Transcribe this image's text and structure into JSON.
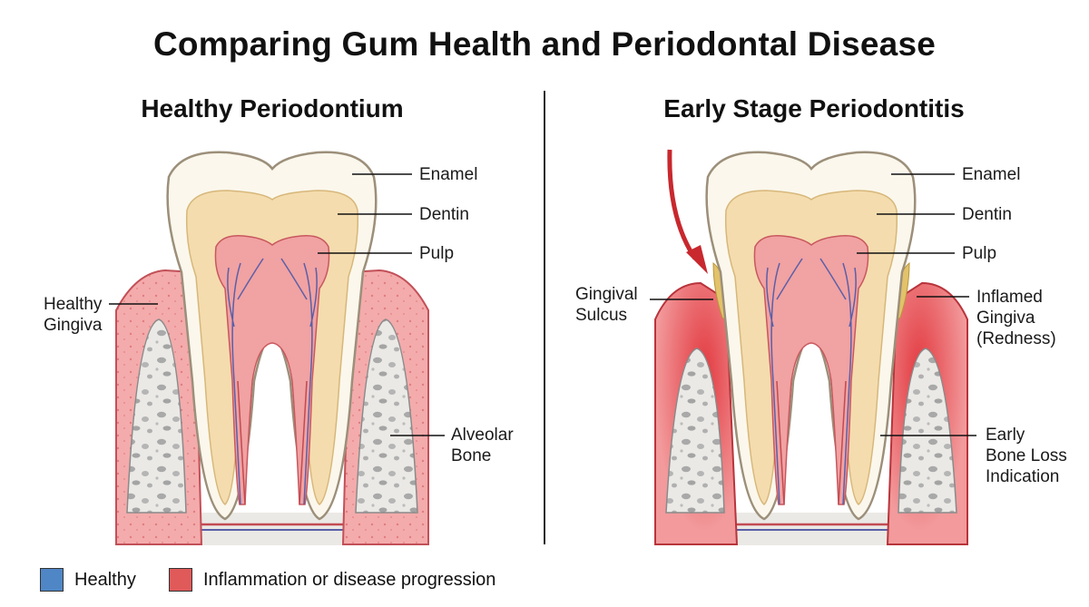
{
  "title": "Comparing Gum Health and Periodontal Disease",
  "left_panel": {
    "title": "Healthy Periodontium",
    "labels": {
      "enamel": "Enamel",
      "dentin": "Dentin",
      "pulp": "Pulp",
      "gingiva_line1": "Healthy",
      "gingiva_line2": "Gingiva",
      "bone_line1": "Alveolar",
      "bone_line2": "Bone"
    }
  },
  "right_panel": {
    "title": "Early Stage Periodontitis",
    "labels": {
      "enamel": "Enamel",
      "dentin": "Dentin",
      "pulp": "Pulp",
      "sulcus_line1": "Gingival",
      "sulcus_line2": "Sulcus",
      "inflamed_line1": "Inflamed",
      "inflamed_line2": "Gingiva",
      "inflamed_line3": "(Redness)",
      "boneloss_line1": "Early",
      "boneloss_line2": "Bone Loss",
      "boneloss_line3": "Indication"
    }
  },
  "legend": [
    {
      "label": "Healthy",
      "color": "#4f86c6"
    },
    {
      "label": "Inflammation or disease progression",
      "color": "#e05a5a"
    }
  ],
  "colors": {
    "gum": "#f2a7a7",
    "gum_inflamed": "#e8474c",
    "bone": "#e9e8e4",
    "enamel": "#fbf7ec",
    "dentin": "#f4dcae",
    "pulp": "#f1a2a2",
    "arrow": "#c8282e"
  }
}
